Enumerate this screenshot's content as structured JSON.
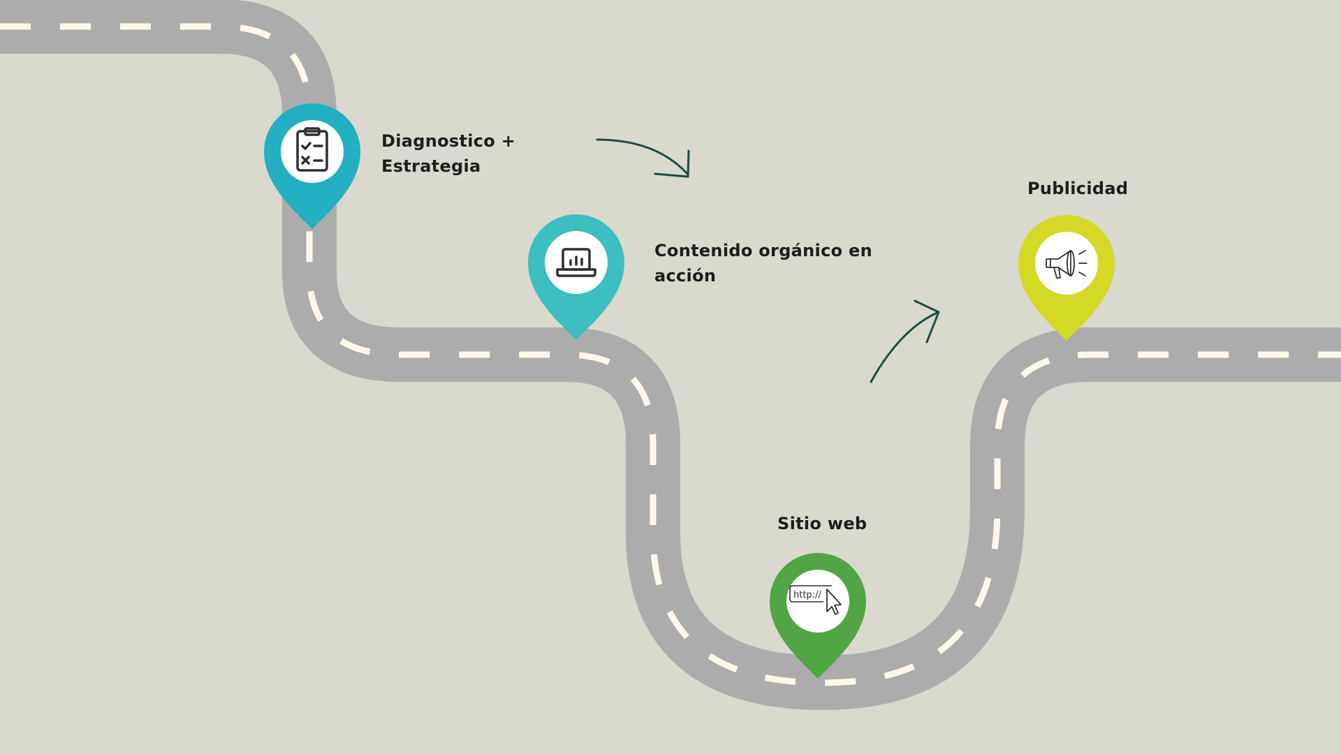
{
  "colors": {
    "background": "#DAD9CE",
    "road": "#ACACAC",
    "dash": "#FFF8EA",
    "arrow": "#1F4A44",
    "icon": "#2C2F33"
  },
  "steps": [
    {
      "line1": "Diagnostico +",
      "line2": "Estrategia",
      "icon": "clipboard-checklist-icon",
      "color": "#22AFC2"
    },
    {
      "line1": "Contenido orgánico en",
      "line2": "acción",
      "icon": "laptop-chart-icon",
      "color": "#3DBEC1"
    },
    {
      "line1": "Sitio web",
      "icon": "browser-url-cursor-icon",
      "color": "#52A545",
      "icon_text": "http://"
    },
    {
      "line1": "Publicidad",
      "icon": "megaphone-icon",
      "color": "#D3D925"
    }
  ]
}
